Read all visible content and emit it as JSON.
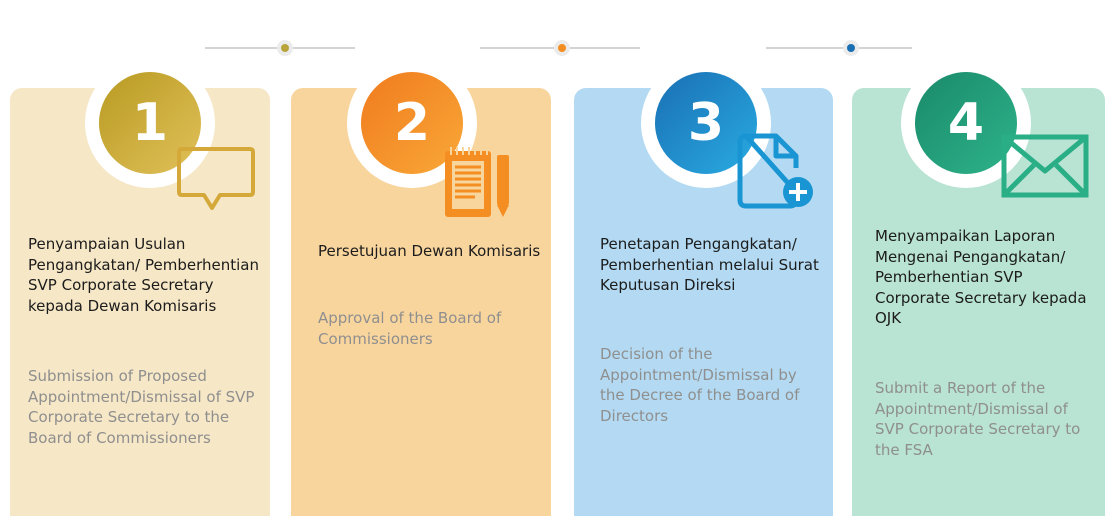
{
  "colors": {
    "step1_card": "#F6E7C6",
    "step1_accent": "#D4A93A",
    "step2_card": "#F9D59E",
    "step2_accent": "#F58E22",
    "step3_card": "#B3DAF2",
    "step3_accent": "#1A95D3",
    "step4_card": "#B9E3D3",
    "step4_accent": "#2AAE86"
  },
  "steps": [
    {
      "number": "1",
      "icon": "speech-bubble-icon",
      "title_id": "Penyampaian Usulan Pengangkatan/ Pemberhentian SVP Corporate Secretary kepada Dewan Komisaris",
      "title_en": "Submission of Proposed Appointment/Dismissal of SVP Corporate Secretary to the Board of Commissioners"
    },
    {
      "number": "2",
      "icon": "notepad-pencil-icon",
      "title_id": "Persetujuan Dewan Komisaris",
      "title_en": "Approval of the Board of Commissioners"
    },
    {
      "number": "3",
      "icon": "document-add-icon",
      "title_id": "Penetapan Pengangkatan/ Pemberhentian melalui Surat Keputusan Direksi",
      "title_en": "Decision of the Appointment/Dismissal by the Decree of the Board of Directors"
    },
    {
      "number": "4",
      "icon": "envelope-icon",
      "title_id": "Menyampaikan Laporan Mengenai Pengangkatan/ Pemberhentian SVP Corporate Secretary kepada OJK",
      "title_en": "Submit a Report of the Appointment/Dismissal of SVP Corporate Secretary to the FSA"
    }
  ]
}
